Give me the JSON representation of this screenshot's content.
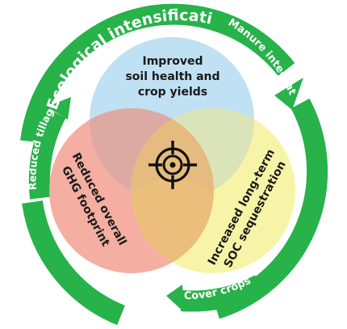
{
  "ring": {
    "main": "Ecological intensification",
    "manure": "Manure integration",
    "tillage": "Reduced tillage",
    "cover": "Cover crops"
  },
  "circles": {
    "top": {
      "lines": [
        "Improved",
        "soil health and",
        "crop yields"
      ]
    },
    "left": {
      "lines": [
        "Reduced overall",
        "GHG footprint"
      ]
    },
    "right": {
      "lines": [
        "Increased long-term",
        "SOC sequestration"
      ]
    }
  },
  "center_icon": "target-icon",
  "colors": {
    "ring": "#27b24a",
    "ring_dark": "#1e9a3d",
    "top_circle": "#bfe1f3",
    "left_circle": "#f3a79a",
    "right_circle": "#f7f3a0",
    "overlap_center": "#e6b87c"
  }
}
